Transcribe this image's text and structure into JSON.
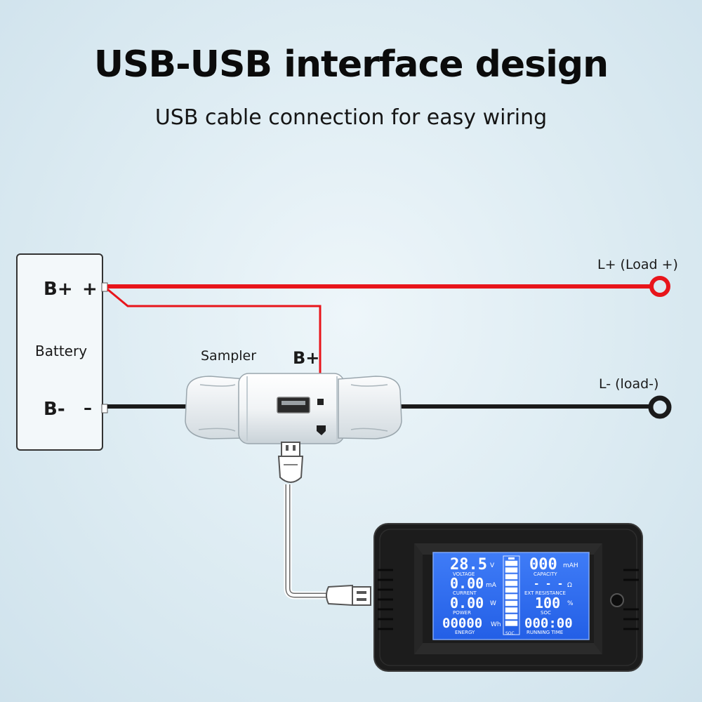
{
  "header": {
    "title": "USB-USB interface design",
    "subtitle": "USB cable connection for easy wiring"
  },
  "battery": {
    "label": "Battery",
    "pos_label": "B+",
    "pos_sign": "+",
    "neg_label": "B-",
    "neg_sign": "–"
  },
  "sampler": {
    "label": "Sampler",
    "bplus_label": "B+"
  },
  "load": {
    "positive_label": "L+ (Load +)",
    "negative_label": "L- (load-)"
  },
  "meter": {
    "voltage_value": "28.5",
    "voltage_unit": "V",
    "voltage_label": "VOLTAGE",
    "current_value": "0.00",
    "current_unit": "mA",
    "current_label": "CURRENT",
    "power_value": "0.00",
    "power_unit": "W",
    "power_label": "POWER",
    "energy_value": "00000",
    "energy_unit": "Wh",
    "energy_label": "ENERGY",
    "capacity_value": "000",
    "capacity_unit": "mAH",
    "capacity_label": "CAPACITY",
    "resistance_value": "- - -",
    "resistance_unit": "Ω",
    "resistance_label": "EXT RESISTANCE",
    "soc_value": "100",
    "soc_unit": "%",
    "soc_label": "SOC",
    "time_value": "000:00",
    "time_label": "RUNNING TIME",
    "soc_bar_label": "SOC"
  },
  "colors": {
    "positive_wire": "#e8151b",
    "negative_wire": "#1a1a1a",
    "lcd_background": "#2f6cf0",
    "meter_case": "#1c1c1c"
  }
}
